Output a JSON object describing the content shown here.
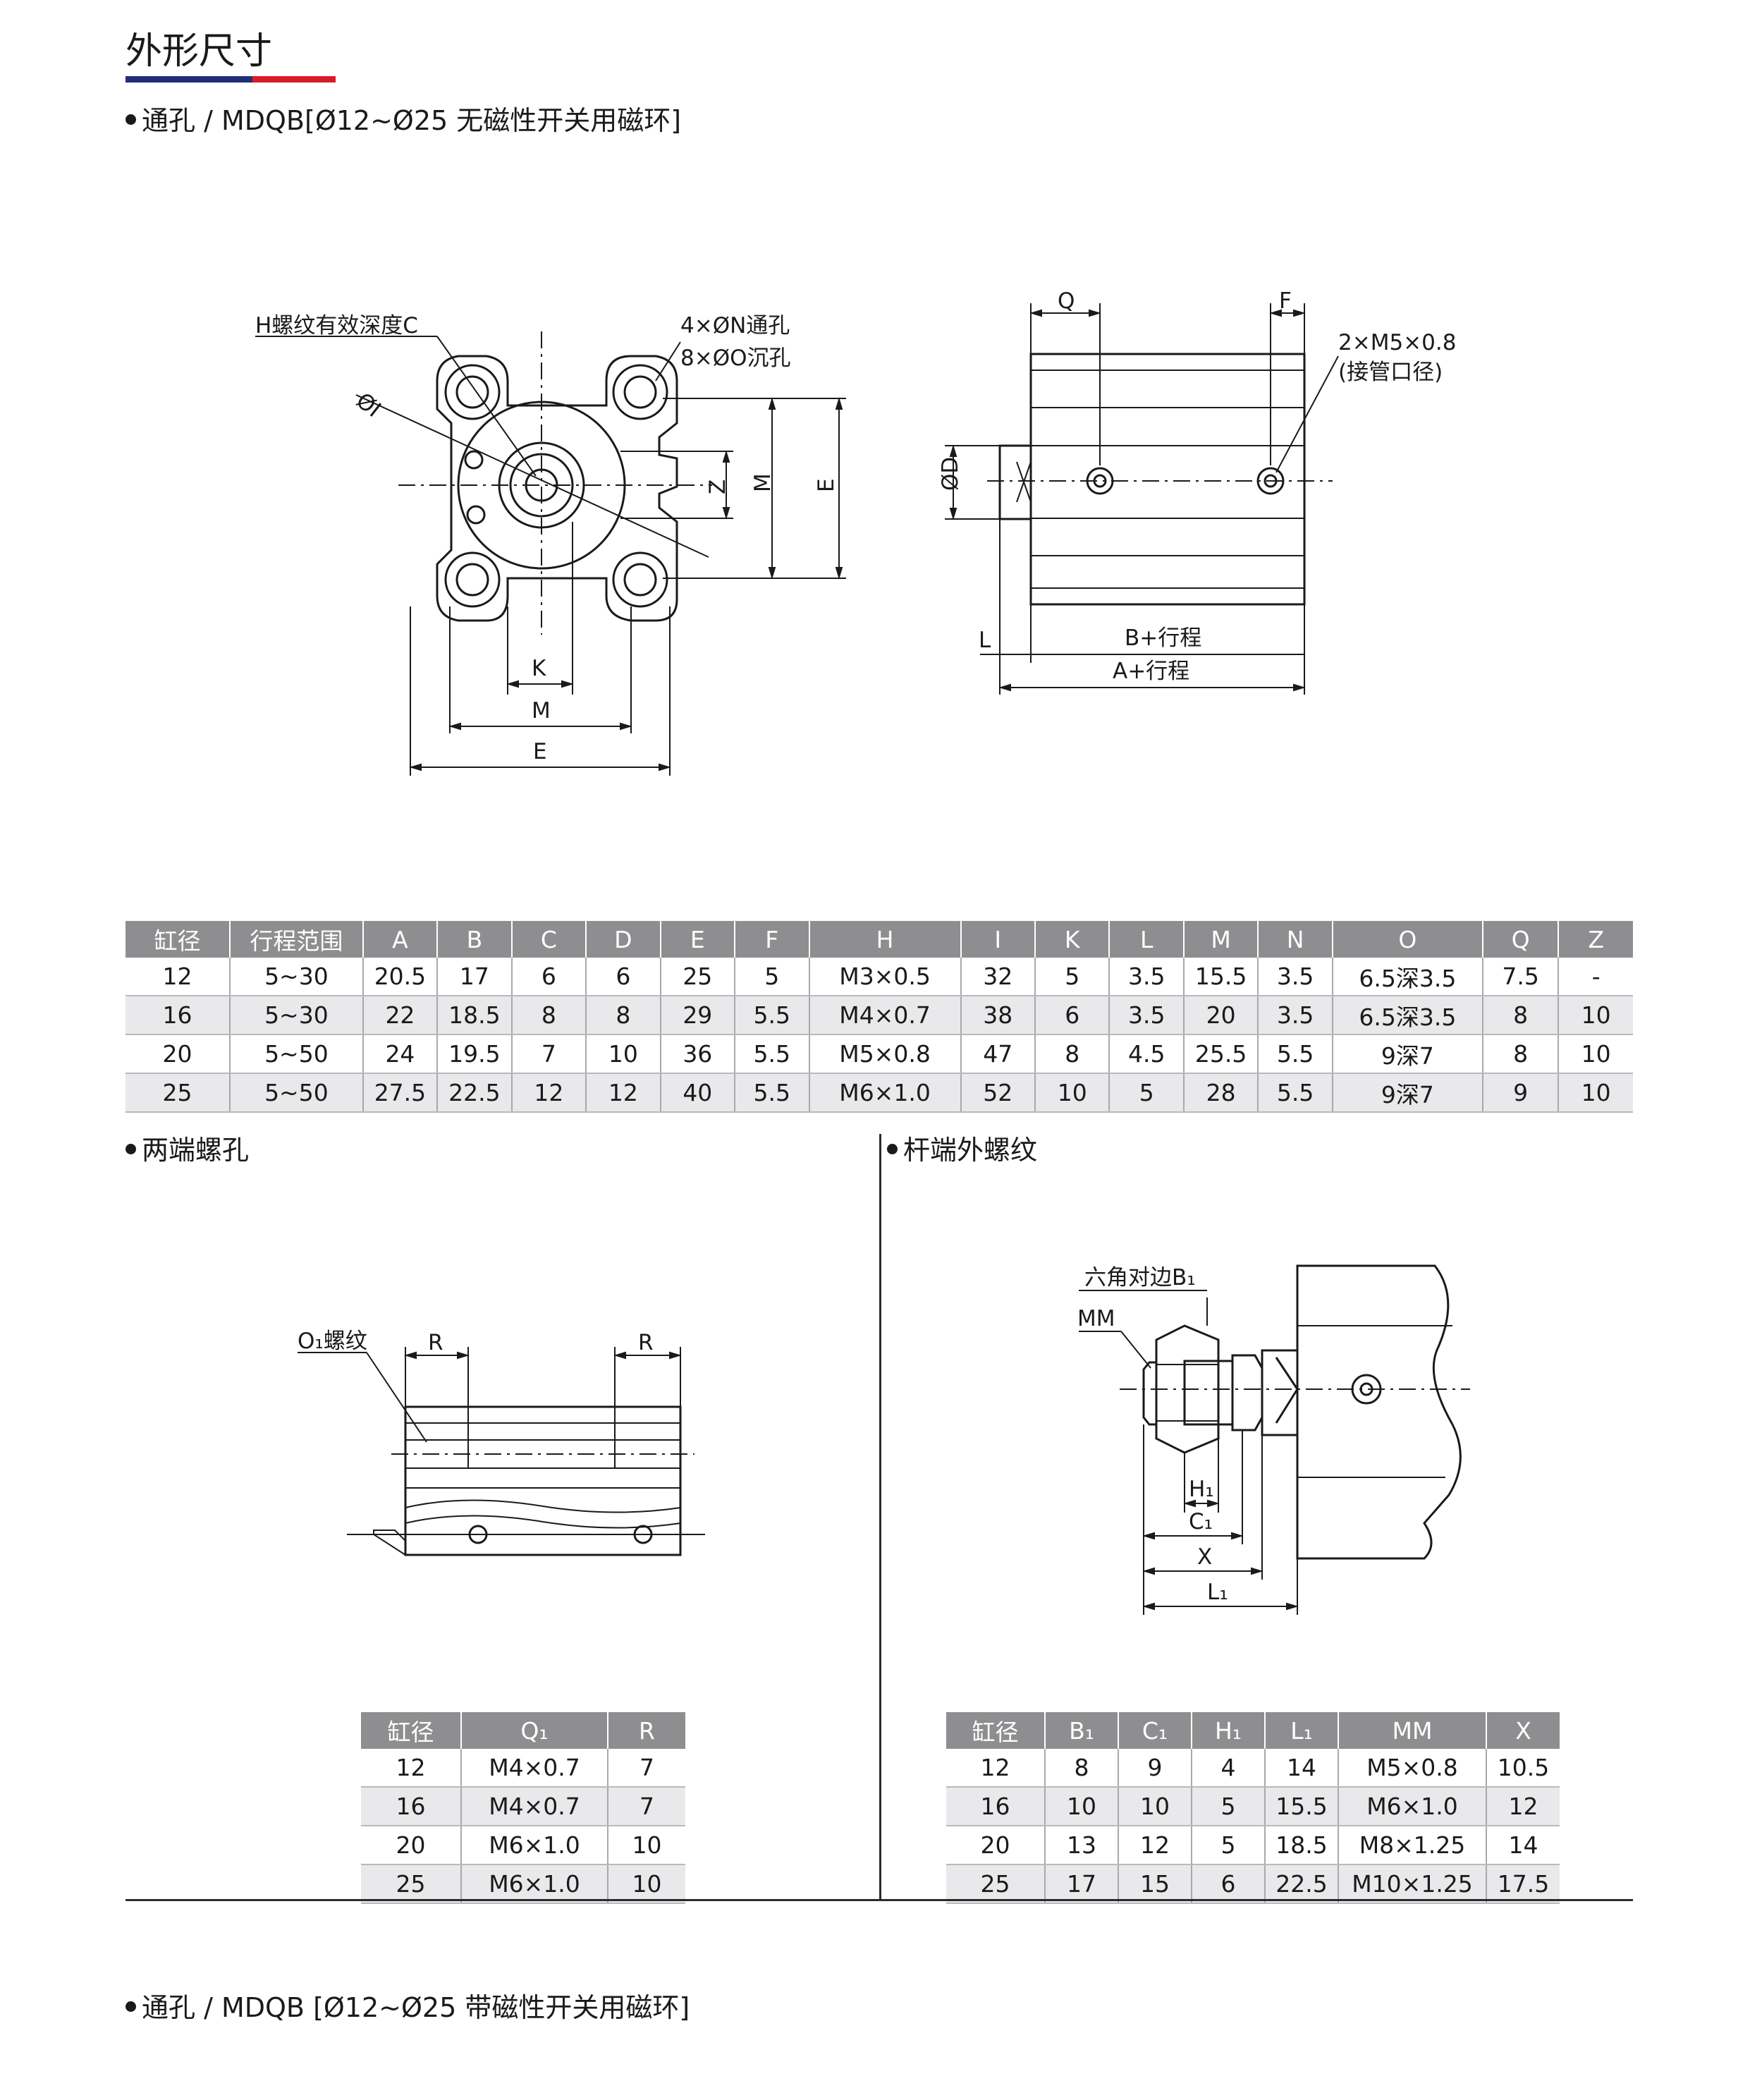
{
  "page": {
    "title": "外形尺寸",
    "section1": "通孔 / MDQB[Ø12~Ø25 无磁性开关用磁环]",
    "section2": "两端螺孔",
    "section3": "杆端外螺纹",
    "section4": "通孔 / MDQB [Ø12~Ø25 带磁性开关用磁环]"
  },
  "front_view": {
    "label_h": "H螺纹有效深度C",
    "label_n": "4×ØN通孔",
    "label_o": "8×ØO沉孔",
    "label_i": "ØI",
    "label_z": "Z",
    "label_m_side": "M",
    "label_e_side": "E",
    "label_k": "K",
    "label_m_bottom": "M",
    "label_e_bottom": "E"
  },
  "side_view": {
    "label_q": "Q",
    "label_f": "F",
    "label_port1": "2×M5×0.8",
    "label_port2": "(接管口径)",
    "label_d": "ØD",
    "label_l": "L",
    "label_b": "B+行程",
    "label_a": "A+行程"
  },
  "main_table": {
    "headers": [
      "缸径",
      "行程范围",
      "A",
      "B",
      "C",
      "D",
      "E",
      "F",
      "H",
      "I",
      "K",
      "L",
      "M",
      "N",
      "O",
      "Q",
      "Z"
    ],
    "rows": [
      [
        "12",
        "5~30",
        "20.5",
        "17",
        "6",
        "6",
        "25",
        "5",
        "M3×0.5",
        "32",
        "5",
        "3.5",
        "15.5",
        "3.5",
        "6.5深3.5",
        "7.5",
        "-"
      ],
      [
        "16",
        "5~30",
        "22",
        "18.5",
        "8",
        "8",
        "29",
        "5.5",
        "M4×0.7",
        "38",
        "6",
        "3.5",
        "20",
        "3.5",
        "6.5深3.5",
        "8",
        "10"
      ],
      [
        "20",
        "5~50",
        "24",
        "19.5",
        "7",
        "10",
        "36",
        "5.5",
        "M5×0.8",
        "47",
        "8",
        "4.5",
        "25.5",
        "5.5",
        "9深7",
        "8",
        "10"
      ],
      [
        "25",
        "5~50",
        "27.5",
        "22.5",
        "12",
        "12",
        "40",
        "5.5",
        "M6×1.0",
        "52",
        "10",
        "5",
        "28",
        "5.5",
        "9深7",
        "9",
        "10"
      ]
    ]
  },
  "tapped_view": {
    "label_o1": "O₁螺纹",
    "label_r_left": "R",
    "label_r_right": "R"
  },
  "rod_view": {
    "label_b1": "六角对边B₁",
    "label_mm": "MM",
    "label_h1": "H₁",
    "label_c1": "C₁",
    "label_x": "X",
    "label_l1": "L₁"
  },
  "tapped_table": {
    "headers": [
      "缸径",
      "Q₁",
      "R"
    ],
    "rows": [
      [
        "12",
        "M4×0.7",
        "7"
      ],
      [
        "16",
        "M4×0.7",
        "7"
      ],
      [
        "20",
        "M6×1.0",
        "10"
      ],
      [
        "25",
        "M6×1.0",
        "10"
      ]
    ]
  },
  "rod_table": {
    "headers": [
      "缸径",
      "B₁",
      "C₁",
      "H₁",
      "L₁",
      "MM",
      "X"
    ],
    "rows": [
      [
        "12",
        "8",
        "9",
        "4",
        "14",
        "M5×0.8",
        "10.5"
      ],
      [
        "16",
        "10",
        "10",
        "5",
        "15.5",
        "M6×1.0",
        "12"
      ],
      [
        "20",
        "13",
        "12",
        "5",
        "18.5",
        "M8×1.25",
        "14"
      ],
      [
        "25",
        "17",
        "15",
        "6",
        "22.5",
        "M10×1.25",
        "17.5"
      ]
    ]
  }
}
